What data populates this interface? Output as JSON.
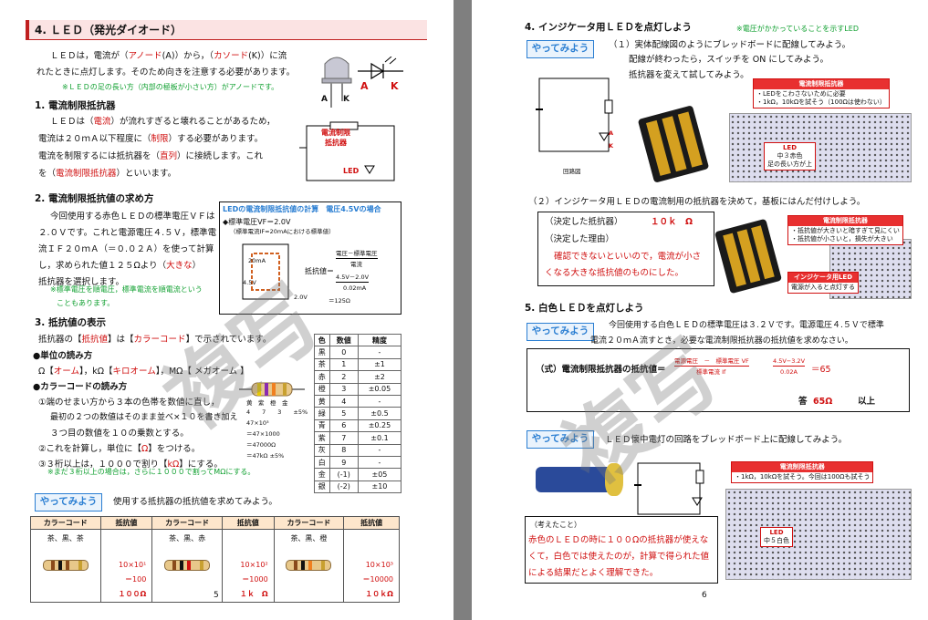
{
  "p5": {
    "sec4_title": "4. ＬＥＤ（発光ダイオード）",
    "intro_1a": "ＬＥＤは，電流が（",
    "intro_anode": "アノード",
    "intro_1b": "(A)）から，（",
    "intro_cathode": "カソード",
    "intro_1c": "(K)）に流",
    "intro_2": "れたときに点灯します。そのため向きを注意する必要があります。",
    "intro_note": "※ＬＥＤの足の長い方（内部の極板が小さい方）がアノードです。",
    "sym_A": "A",
    "sym_K": "K",
    "s1_title": "1. 電流制限抵抗器",
    "s1_l1a": "ＬＥＤは（",
    "s1_current": "電流",
    "s1_l1b": "）が流れすぎると壊れることがあるため，",
    "s1_l2a": "電流は２０ｍＡ以下程度に（",
    "s1_limit": "制限",
    "s1_l2b": "）する必要があります。",
    "s1_l3a": "電流を制限するには抵抗器を（",
    "s1_series": "直列",
    "s1_l3b": "）に接続します。これ",
    "s1_l4a": "を（",
    "s1_resistor": "電流制限抵抗器",
    "s1_l4b": "）といいます。",
    "s1_fig_label": "電流制限\n抵抗器",
    "s1_fig_led": "LED",
    "s2_title": "2. 電流制限抵抗値の求め方",
    "s2_l1": "今回使用する赤色ＬＥＤの標準電圧ＶＦは",
    "s2_l2": "２.０Ｖです。これと電源電圧４.５Ｖ，標準電",
    "s2_l3": "流ＩＦ２０ｍＡ（＝０.０２Ａ）を使って計算",
    "s2_l4a": "し，求められた値１２５Ωより（",
    "s2_bigger": "大きな",
    "s2_l4b": "）",
    "s2_l5": "抵抗器を選択します。",
    "s2_note1": "※標準電圧を順電圧，標準電流を順電流という",
    "s2_note2": "こともあります。",
    "calc_title": "LEDの電流制限抵抗値の計算　電圧4.5Vの場合",
    "calc_vf": "◆標準電圧VF＝2.0V",
    "calc_if": "（標準電流IF=20mAにおける標準値）",
    "calc_20ma": "20mA",
    "calc_45v": "4.5V",
    "calc_20v": "2.0V",
    "calc_label": "抵抗値＝",
    "calc_num1": "電圧－標準電圧",
    "calc_den1": "電流",
    "calc_num2": "4.5V－2.0V",
    "calc_den2": "0.02mA",
    "calc_res": "＝125Ω",
    "s3_title": "3. 抵抗値の表示",
    "s3_l1a": "抵抗器の【",
    "s3_value": "抵抗値",
    "s3_l1b": "】は【",
    "s3_code": "カラーコード",
    "s3_l1c": "】で示されています。",
    "s3_unit": "●単位の読み方",
    "s3_u1": "Ω【",
    "s3_ohm": "オーム",
    "s3_u2": "】，kΩ【",
    "s3_kohm": "キロオーム",
    "s3_u3": "】，MΩ【 メガオーム 】",
    "s3_read": "●カラーコードの読み方",
    "s3_r1": "①端のせまい方から３本の色帯を数値に直し，",
    "s3_r2": "最初の２つの数値はそのまま並べ×１０を書き加え",
    "s3_r3": "３つ目の数値を１０の乗数とする。",
    "s3_r4a": "②これを計算し，単位に【",
    "s3_ohm_sym": "Ω",
    "s3_r4b": "】をつける。",
    "s3_r5a": "③３桁以上は，１０００で割り【",
    "s3_kohm_sym": "kΩ",
    "s3_r5b": "】にする。",
    "s3_note": "※まだ３桁以上の場合は，さらに１０００で割ってMΩにする。",
    "ex_bands": "黄　紫　橙　金",
    "ex_nums": "4　　7　　3　　±5%",
    "ex_calc": [
      "47×10³",
      "＝47×1000",
      "＝47000Ω",
      "＝47kΩ ±5%"
    ],
    "color_table": {
      "headers": [
        "色",
        "数値",
        "精度"
      ],
      "rows": [
        [
          "黒",
          "0",
          "-"
        ],
        [
          "茶",
          "1",
          "±1"
        ],
        [
          "赤",
          "2",
          "±2"
        ],
        [
          "橙",
          "3",
          "±0.05"
        ],
        [
          "黄",
          "4",
          "-"
        ],
        [
          "緑",
          "5",
          "±0.5"
        ],
        [
          "青",
          "6",
          "±0.25"
        ],
        [
          "紫",
          "7",
          "±0.1"
        ],
        [
          "灰",
          "8",
          "-"
        ],
        [
          "白",
          "9",
          "-"
        ],
        [
          "金",
          "(-1)",
          "±05"
        ],
        [
          "銀",
          "(-2)",
          "±10"
        ]
      ]
    },
    "try_label": "やってみよう",
    "try_text": "使用する抵抗器の抵抗値を求めてみよう。",
    "res_table": {
      "headers": [
        "カラーコード",
        "抵抗値",
        "カラーコード",
        "抵抗値",
        "カラーコード",
        "抵抗値"
      ],
      "codes": [
        "茶、黒、茶",
        "茶、黒、赤",
        "茶、黒、橙"
      ],
      "calc": [
        "10×10¹",
        "10×10²",
        "10×10³"
      ],
      "eq": [
        "＝100",
        "＝1000",
        "＝10000"
      ],
      "ans": [
        "１００Ω",
        "１ｋ　Ω",
        "１０ｋΩ"
      ]
    },
    "page_num": "5",
    "watermark": "複写"
  },
  "p6": {
    "s4_title": "4. インジケータ用ＬＥＤを点灯しよう",
    "s4_note": "※電圧がかかっていることを示すLED",
    "try_label": "やってみよう",
    "s4_1a": "（１）実体配線図のようにブレッドボードに配線してみよう。",
    "s4_1b": "配線が終わったら，スイッチを ON にしてみよう。",
    "s4_1c": "抵抗器を変えて試してみよう。",
    "circuit_A": "A",
    "circuit_K": "K",
    "circuit_caption": "回路図",
    "lab1_title": "電流制限抵抗器",
    "lab1_l1": "・LEDをこわさないために必要",
    "lab1_l2": "・1kΩ，10kΩを試そう（100Ωは使わない）",
    "lab2_l1": "LED",
    "lab2_l2": "中３赤色",
    "lab2_l3": "足の長い方が上",
    "s4_2": "（２）インジケータ用ＬＥＤの電流制用の抵抗器を決めて，基板にはんだ付けしよう。",
    "dec_label": "（決定した抵抗器）",
    "dec_value": "１０ｋ　Ω",
    "dec_reason": "（決定した理由）",
    "dec_r1": "確認できないといいので，電流が小さ",
    "dec_r2": "くなる大きな抵抗値のものにした。",
    "lab3_title": "電流制限抵抗器",
    "lab3_l1": "・抵抗値が大きいと暗すぎて見にくい",
    "lab3_l2": "・抵抗値が小さいと，損失が大きい",
    "lab4_title": "インジケータ用LED",
    "lab4_l1": "電源が入ると点灯する",
    "s5_title": "5. 白色ＬＥＤを点灯しよう",
    "s5_l1": "今回使用する白色ＬＥＤの標準電圧は３.２Ｖです。電源電圧４.５Ｖで標準",
    "s5_l2": "電流２０ｍＡ流すとき，必要な電流制限抵抗器の抵抗値を求めなさい。",
    "f_label": "（式）電流制限抵抗器の抵抗値＝",
    "f_num": "電源電圧　－　標準電圧 VF",
    "f_den": "標準電流 If",
    "f_num2": "4.5V−3.2V",
    "f_den2": "0.02A",
    "f_res": "＝65",
    "ans_label": "答",
    "ans_value": "65Ω",
    "ans_suffix": "以上",
    "s5_try2": "ＬＥＤ懐中電灯の回路をブレッドボード上に配線してみよう。",
    "lab5_title": "電流制限抵抗器",
    "lab5_l1": "・1kΩ，10kΩを試そう。今回は100Ωも試そう",
    "lab6_l1": "LED",
    "lab6_l2": "中５白色",
    "con_title": "（考えたこと）",
    "con_l1": "赤色のＬＥＤの時に１００Ωの抵抗器が使えな",
    "con_l2": "くて，白色では使えたのが，計算で得られた値",
    "con_l3": "による結果だとよく理解できた。",
    "page_num": "6",
    "watermark": "複写"
  },
  "colors": {
    "accent_red": "#d01010",
    "accent_green": "#10a030",
    "accent_blue": "#2a7ed2",
    "section_bg": "#fbe3e3"
  }
}
